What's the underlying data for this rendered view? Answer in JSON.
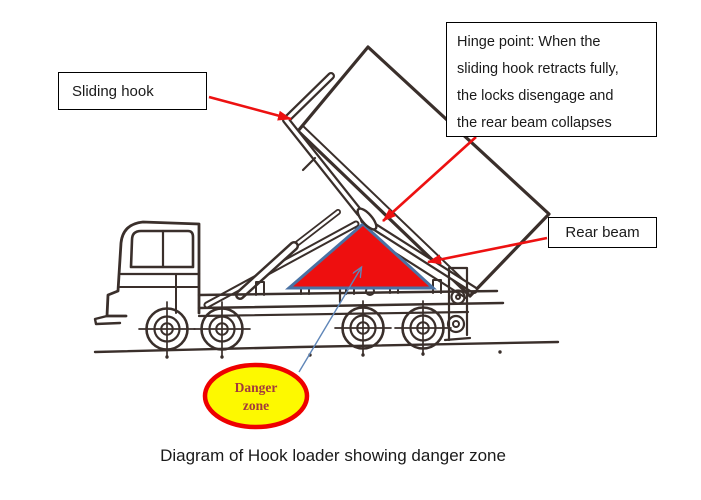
{
  "labels": {
    "sliding_hook": "Sliding hook",
    "hinge_lines": [
      "Hinge point: When the",
      "sliding hook retracts fully,",
      "the locks disengage and",
      "the rear beam collapses"
    ],
    "rear_beam": "Rear beam",
    "danger_line1": "Danger",
    "danger_line2": "zone",
    "caption": "Diagram of Hook loader showing danger zone"
  },
  "colors": {
    "sketch_ink": "#3a2f2b",
    "arrow_red": "#ed1111",
    "triangle_fill": "#ee0f0f",
    "triangle_border": "#4a72a4",
    "ellipse_fill": "#fdf900",
    "ellipse_border": "#ee0000",
    "danger_text": "#a23b3c",
    "thin_arrow_blue": "#5f86b8",
    "label_text": "#1a1a1a",
    "box_border": "#000000"
  }
}
